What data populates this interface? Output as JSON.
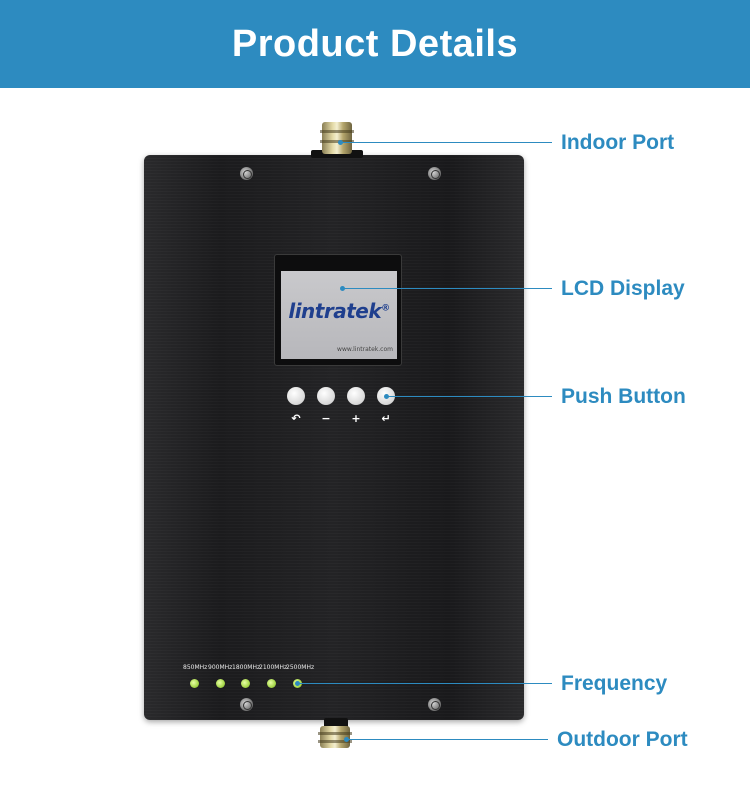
{
  "header": {
    "title": "Product Details"
  },
  "device": {
    "lcd": {
      "logo": "lintratek",
      "url": "www.lintratek.com"
    },
    "buttons": [
      {
        "icon": "back-icon",
        "symbol": "↶"
      },
      {
        "icon": "minus-icon",
        "symbol": "−"
      },
      {
        "icon": "plus-icon",
        "symbol": "+"
      },
      {
        "icon": "enter-icon",
        "symbol": "↵"
      }
    ],
    "frequencies": [
      "850MHz",
      "900MHz",
      "1800MHz",
      "2100MHz",
      "2500MHz"
    ]
  },
  "callouts": {
    "indoor_port": "Indoor Port",
    "lcd_display": "LCD Display",
    "push_button": "Push Button",
    "frequency": "Frequency",
    "outdoor_port": "Outdoor Port"
  },
  "colors": {
    "accent": "#2d8bc0",
    "device": "#1e1e20",
    "led": "#a6d74a"
  }
}
